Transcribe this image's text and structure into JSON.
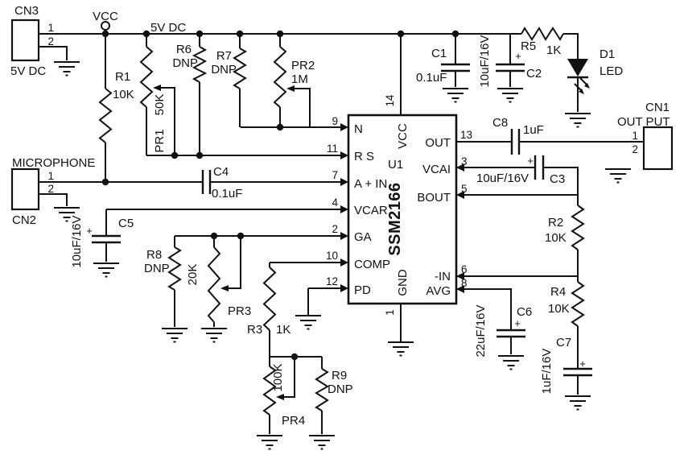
{
  "power": {
    "vcc_label": "VCC",
    "rail_label": "5V DC"
  },
  "connectors": {
    "cn3": {
      "ref": "CN3",
      "name": "5V DC",
      "pins": [
        "1",
        "2"
      ]
    },
    "cn2": {
      "ref": "CN2",
      "name": "MICROPHONE",
      "pins": [
        "1",
        "2"
      ]
    },
    "cn1": {
      "ref": "CN1",
      "name": "OUT PUT",
      "pins": [
        "1",
        "2"
      ]
    }
  },
  "ic": {
    "ref": "U1",
    "part": "SSM2166",
    "pins": {
      "n": {
        "num": "9",
        "name": "N"
      },
      "rs": {
        "num": "11",
        "name": "R S"
      },
      "ain": {
        "num": "7",
        "name": "A + IN"
      },
      "vcar": {
        "num": "4",
        "name": "VCAR"
      },
      "ga": {
        "num": "2",
        "name": "GA"
      },
      "comp": {
        "num": "10",
        "name": "COMP"
      },
      "pd": {
        "num": "12",
        "name": "PD"
      },
      "vcc": {
        "num": "14",
        "name": "VCC"
      },
      "gnd": {
        "num": "1",
        "name": "GND"
      },
      "out": {
        "num": "13",
        "name": "OUT"
      },
      "vcai": {
        "num": "3",
        "name": "VCAI"
      },
      "bout": {
        "num": "5",
        "name": "BOUT"
      },
      "inn": {
        "num": "6",
        "name": "-IN"
      },
      "avg": {
        "num": "8",
        "name": "AVG"
      }
    }
  },
  "resistors": {
    "r1": {
      "ref": "R1",
      "value": "10K"
    },
    "r2": {
      "ref": "R2",
      "value": "10K"
    },
    "r3": {
      "ref": "R3",
      "value": "1K"
    },
    "r4": {
      "ref": "R4",
      "value": "10K"
    },
    "r5": {
      "ref": "R5",
      "value": "1K"
    },
    "r6": {
      "ref": "R6",
      "value": "DNP"
    },
    "r7": {
      "ref": "R7",
      "value": "DNP"
    },
    "r8": {
      "ref": "R8",
      "value": "DNP"
    },
    "r9": {
      "ref": "R9",
      "value": "DNP"
    }
  },
  "potentiometers": {
    "pr1": {
      "ref": "PR1",
      "value": "50K"
    },
    "pr2": {
      "ref": "PR2",
      "value": "1M"
    },
    "pr3": {
      "ref": "PR3",
      "value": "20K"
    },
    "pr4": {
      "ref": "PR4",
      "value": "100K"
    }
  },
  "capacitors": {
    "c1": {
      "ref": "C1",
      "value": "0.1uF"
    },
    "c2": {
      "ref": "C2",
      "value": "10uF/16V"
    },
    "c3": {
      "ref": "C3",
      "value": "10uF/16V"
    },
    "c4": {
      "ref": "C4",
      "value": "0.1uF"
    },
    "c5": {
      "ref": "C5",
      "value": "10uF/16V"
    },
    "c6": {
      "ref": "C6",
      "value": "22uF/16V"
    },
    "c7": {
      "ref": "C7",
      "value": "1uF/16V"
    },
    "c8": {
      "ref": "C8",
      "value": "1uF"
    }
  },
  "diodes": {
    "d1": {
      "ref": "D1",
      "value": "LED"
    }
  },
  "symbols": {
    "plus": "+"
  }
}
